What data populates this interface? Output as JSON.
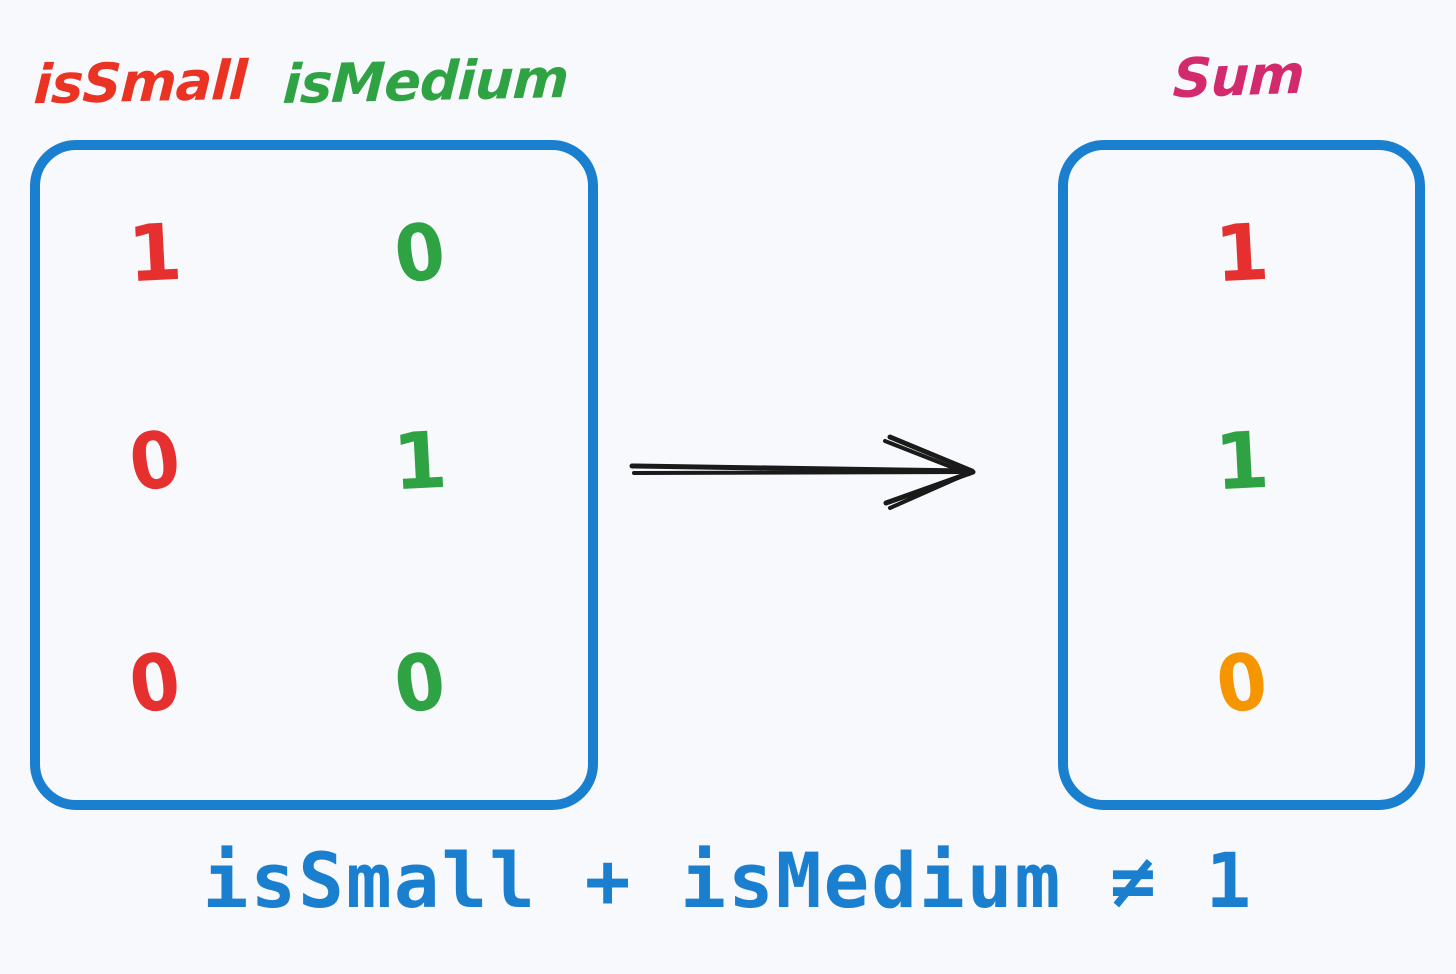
{
  "background_color": "#f8f9fc",
  "accent_color": "#1b7fd0",
  "palette": {
    "red": "#e63030",
    "green": "#2fa343",
    "orange": "#f59600",
    "crimson": "#d32a6d",
    "blue": "#1b7fd0",
    "arrow": "#1a1a1a"
  },
  "headers": {
    "is_small": "isSmall",
    "is_medium": "isMedium",
    "sum": "Sum"
  },
  "chart_data": {
    "type": "table",
    "title": "isSmall + isMedium ≠ 1",
    "columns": [
      "isSmall",
      "isMedium",
      "Sum"
    ],
    "rows": [
      {
        "isSmall": "1",
        "isMedium": "0",
        "sum": "1"
      },
      {
        "isSmall": "0",
        "isMedium": "1",
        "sum": "1"
      },
      {
        "isSmall": "0",
        "isMedium": "0",
        "sum": "0"
      }
    ],
    "row_colors": [
      {
        "isSmall": "#e63030",
        "isMedium": "#2fa343",
        "sum": "#e63030"
      },
      {
        "isSmall": "#e63030",
        "isMedium": "#2fa343",
        "sum": "#2fa343"
      },
      {
        "isSmall": "#e63030",
        "isMedium": "#2fa343",
        "sum": "#f59600"
      }
    ]
  },
  "inputs_box": {
    "rows": [
      {
        "is_small": "1",
        "is_medium": "0"
      },
      {
        "is_small": "0",
        "is_medium": "1"
      },
      {
        "is_small": "0",
        "is_medium": "0"
      }
    ]
  },
  "sum_box": {
    "values": [
      "1",
      "1",
      "0"
    ]
  },
  "arrow": {
    "icon": "arrow-right-sketch",
    "direction": "right"
  },
  "equation": {
    "text": "isSmall + isMedium ≠ 1",
    "left_operand": "isSmall",
    "operator": "+",
    "right_operand": "isMedium",
    "relation": "≠",
    "result": "1"
  }
}
